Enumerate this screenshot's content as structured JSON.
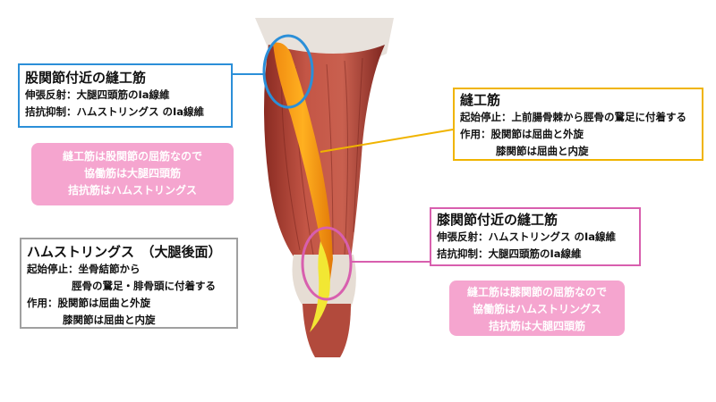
{
  "hip_box": {
    "title": "股関節付近の縫工筋",
    "line1": "伸張反射：大腿四頭筋のⅠa線維",
    "line2": "拮抗抑制：ハムストリングス のⅠa線維"
  },
  "hip_note": {
    "line1": "縫工筋は股関節の屈筋なので",
    "line2": "協働筋は大腿四頭筋",
    "line3": "拮抗筋はハムストリングス"
  },
  "sartorius_box": {
    "title": "縫工筋",
    "line1": "起始停止：上前腸骨棘から脛骨の鵞足に付着する",
    "line2": "作用：股関節は屈曲と外旋",
    "line3": "膝関節は屈曲と内旋"
  },
  "knee_box": {
    "title": "膝関節付近の縫工筋",
    "line1": "伸張反射：ハムストリングス のⅠa線維",
    "line2": "拮抗抑制：大腿四頭筋のⅠa線維"
  },
  "knee_note": {
    "line1": "縫工筋は膝関節の屈筋なので",
    "line2": "協働筋はハムストリングス",
    "line3": "拮抗筋は大腿四頭筋"
  },
  "hamstrings_box": {
    "title": "ハムストリングス　（大腿後面）",
    "line1": "起始停止：坐骨結節から",
    "line2": "脛骨の鵞足・腓骨頭に付着する",
    "line3": "作用：股関節は屈曲と外旋",
    "line4": "膝関節は屈曲と内旋"
  },
  "colors": {
    "hip_blue": "#2b8fd8",
    "sartorius_yellow": "#f0b400",
    "knee_pink": "#d85fae",
    "note_pink": "#f5a5cf",
    "hamstrings_gray": "#a0a0a0"
  }
}
